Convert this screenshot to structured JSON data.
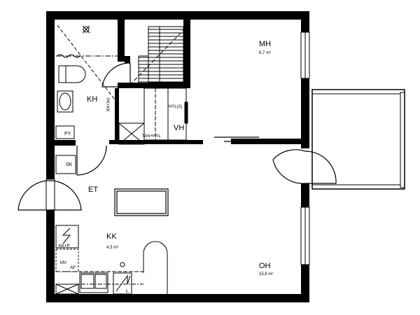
{
  "rooms": {
    "mh": {
      "name": "MH",
      "area": "8,7 m²"
    },
    "oh": {
      "name": "OH",
      "area": "15,8 m²"
    },
    "kk": {
      "name": "KK",
      "area": "4,3 m²"
    },
    "kh": {
      "name": "KH"
    },
    "vh": {
      "name": "VH"
    },
    "et": {
      "name": "ET"
    }
  },
  "fixtures": {
    "py": "PY",
    "sk": "SK",
    "hyl_s": "HYL(S)",
    "tan_hyl": "TAN+HYL",
    "pk_kk": "PK+KK",
    "kk_p": "KK+P",
    "mv": "MV",
    "ap": "AP",
    "l": "L"
  },
  "colors": {
    "wall": "#000000",
    "background": "#ffffff"
  }
}
